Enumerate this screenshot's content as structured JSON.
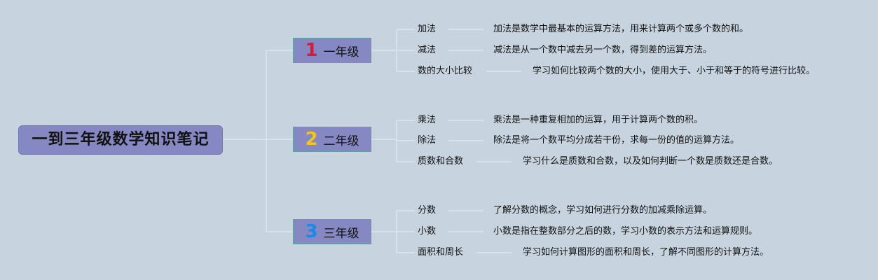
{
  "root": {
    "title": "一到三年级数学知识笔记"
  },
  "colors": {
    "node_fill": "#8588c2",
    "line": "#dde5ee",
    "num1": "#d41d3b",
    "num2": "#f5c518",
    "num3": "#1e88e5"
  },
  "branches": [
    {
      "num": "1",
      "label": "一年级",
      "topics": [
        {
          "name": "加法",
          "desc": "加法是数学中最基本的运算方法，用来计算两个或多个数的和。"
        },
        {
          "name": "减法",
          "desc": "减法是从一个数中减去另一个数，得到差的运算方法。"
        },
        {
          "name": "数的大小比较",
          "desc": "学习如何比较两个数的大小，使用大于、小于和等于的符号进行比较。"
        }
      ]
    },
    {
      "num": "2",
      "label": "二年级",
      "topics": [
        {
          "name": "乘法",
          "desc": "乘法是一种重复相加的运算，用于计算两个数的积。"
        },
        {
          "name": "除法",
          "desc": "除法是将一个数平均分成若干份，求每一份的值的运算方法。"
        },
        {
          "name": "质数和合数",
          "desc": "学习什么是质数和合数，以及如何判断一个数是质数还是合数。"
        }
      ]
    },
    {
      "num": "3",
      "label": "三年级",
      "topics": [
        {
          "name": "分数",
          "desc": "了解分数的概念，学习如何进行分数的加减乘除运算。"
        },
        {
          "name": "小数",
          "desc": "小数是指在整数部分之后的数，学习小数的表示方法和运算规则。"
        },
        {
          "name": "面积和周长",
          "desc": "学习如何计算图形的面积和周长，了解不同图形的计算方法。"
        }
      ]
    }
  ]
}
